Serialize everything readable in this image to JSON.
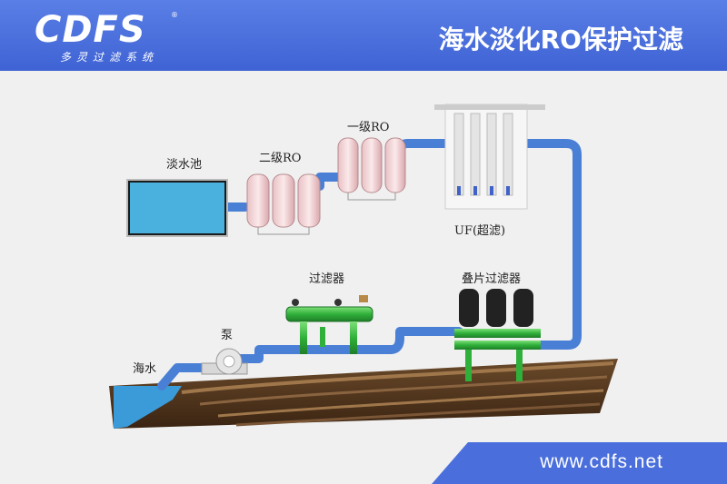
{
  "header": {
    "logo_text": "CDFS",
    "logo_subtitle": "多灵过滤系统",
    "logo_mark": "®",
    "title": "海水淡化RO保护过滤"
  },
  "labels": {
    "freshwater_pool": "淡水池",
    "second_ro": "二级RO",
    "first_ro": "一级RO",
    "uf": "UF(超滤)",
    "filter": "过滤器",
    "disc_filter": "叠片过滤器",
    "pump": "泵",
    "seawater": "海水"
  },
  "footer": {
    "url": "www.cdfs.net"
  },
  "colors": {
    "header_blue": "#4a6fdc",
    "pipe_blue": "#4a7fd6",
    "filter_green": "#2fb03a",
    "pool_blue": "#4ab0dd"
  }
}
